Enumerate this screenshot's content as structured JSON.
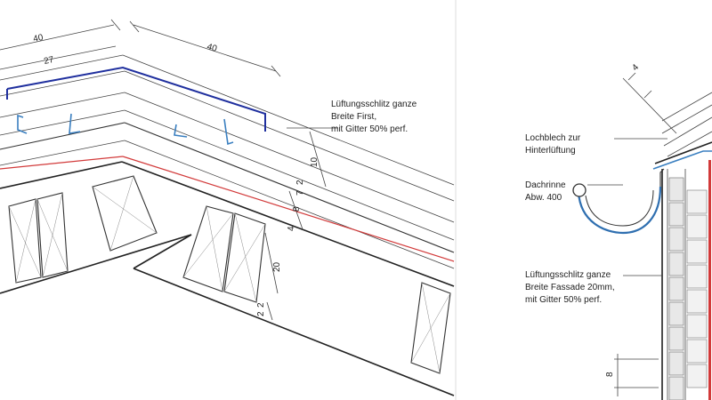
{
  "colors": {
    "flashing": "#1f2f9e",
    "membrane": "#d23a3a",
    "ventMesh": "#3a7fc0",
    "gutter": "#2f6fb0",
    "line": "#333333"
  },
  "dimensions": {
    "ridge_left_outer": "40",
    "ridge_left_inner": "27",
    "ridge_right": "40",
    "layer_10": "10",
    "layer_2_a": "2",
    "layer_7": "7",
    "layer_8": "8",
    "layer_4": "4",
    "layer_20": "20",
    "layer_2_b": "2",
    "layer_2_c": "2",
    "eave_4": "4",
    "eave_8": "8"
  },
  "labels": {
    "ridge_vent": [
      "Lüftungsschlitz ganze",
      "Breite First,",
      "mit Gitter 50% perf."
    ],
    "perforated_sheet": [
      "Lochblech zur",
      "Hinterlüftung"
    ],
    "gutter": [
      "Dachrinne",
      "Abw. 400"
    ],
    "facade_vent": [
      "Lüftungsschlitz ganze",
      "Breite Fassade 20mm,",
      "mit Gitter 50% perf."
    ]
  }
}
